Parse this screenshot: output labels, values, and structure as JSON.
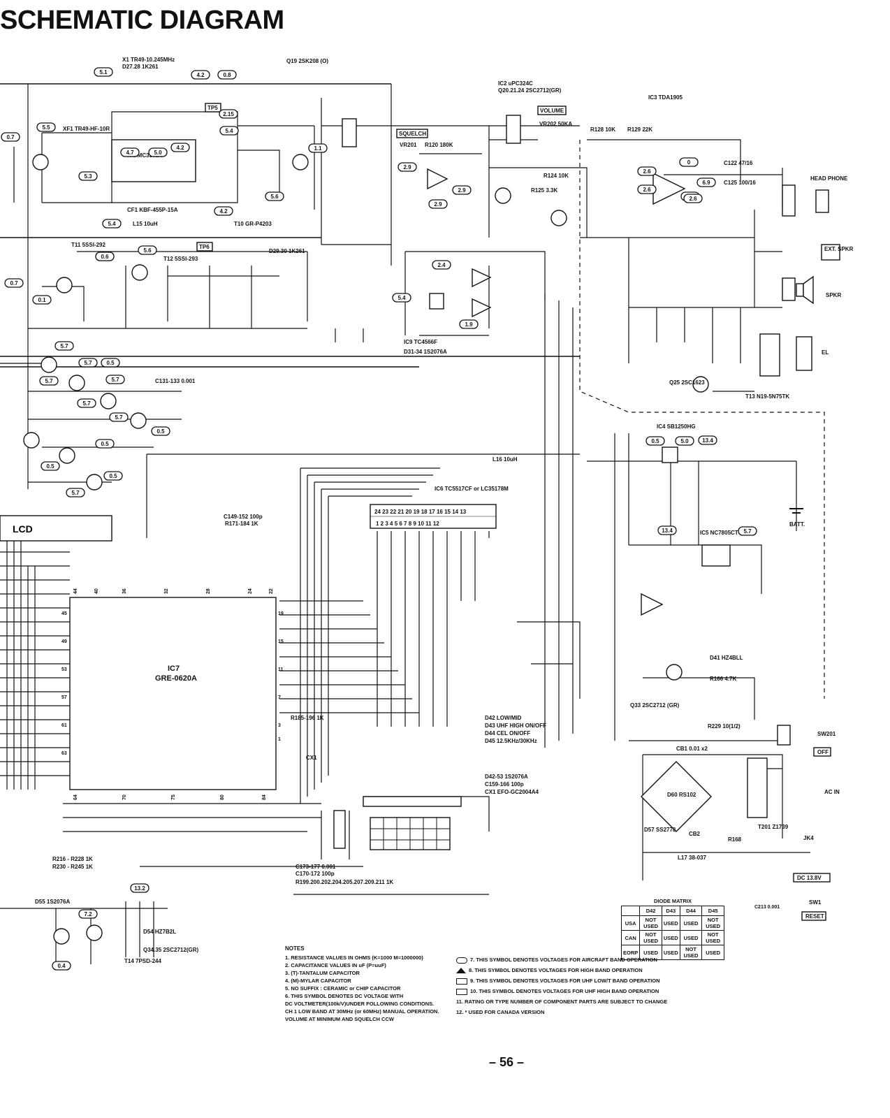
{
  "title": "SCHEMATIC DIAGRAM",
  "page_number": "– 56 –",
  "ics": {
    "ic1": "IC1 MC3361N",
    "ic2": "IC2 uPC324C",
    "ic3": "IC3 TDA1905",
    "ic4": "IC4 SB1250HG",
    "ic5": "IC5 NC7805CT",
    "ic6": "IC6 TC5517CF or LC35178M",
    "ic7_name": "IC7",
    "ic7_part": "GRE-0620A",
    "ic9": "IC9 TC4566F",
    "lcd": "LCD"
  },
  "boxed_labels": {
    "tp5": "TP5",
    "tp6": "TP6",
    "squelch": "SQUELCH",
    "volume": "VOLUME",
    "ext_spkr": "EXT. SPKR",
    "off": "OFF",
    "reset": "RESET",
    "dc": "DC 13.8V"
  },
  "components": [
    {
      "id": "x1",
      "text": "X1 TR49-10.245MHz"
    },
    {
      "id": "d27",
      "text": "D27.28 1K261"
    },
    {
      "id": "q19",
      "text": "Q19 2SK208 (O)"
    },
    {
      "id": "ic2b",
      "text": "Q20.21.24 2SC2712(GR)"
    },
    {
      "id": "xf1",
      "text": "XF1 TR49-HF-10R"
    },
    {
      "id": "cf1",
      "text": "CF1 KBF-455P-15A"
    },
    {
      "id": "l15",
      "text": "L15 10uH"
    },
    {
      "id": "t10",
      "text": "T10 GR-P4203"
    },
    {
      "id": "t11",
      "text": "T11 5SSI-292"
    },
    {
      "id": "t12",
      "text": "T12 5SSI-293"
    },
    {
      "id": "d29",
      "text": "D29.30 1K261"
    },
    {
      "id": "vr201",
      "text": "VR201"
    },
    {
      "id": "vr202",
      "text": "VR202 50KA"
    },
    {
      "id": "r120",
      "text": "R120 180K"
    },
    {
      "id": "r124",
      "text": "R124 10K"
    },
    {
      "id": "r125",
      "text": "R125 3.3K"
    },
    {
      "id": "r128",
      "text": "R128 10K"
    },
    {
      "id": "r129",
      "text": "R129 22K"
    },
    {
      "id": "c125",
      "text": "C125 100/16"
    },
    {
      "id": "c122",
      "text": "C122 47/16"
    },
    {
      "id": "head",
      "text": "HEAD PHONE"
    },
    {
      "id": "spkr",
      "text": "SPKR"
    },
    {
      "id": "el",
      "text": "EL"
    },
    {
      "id": "t13",
      "text": "T13 N19-5N75TK"
    },
    {
      "id": "q25",
      "text": "Q25 2SC1623"
    },
    {
      "id": "ic9d",
      "text": "D31-34 1S2076A"
    },
    {
      "id": "l16",
      "text": "L16 10uH"
    },
    {
      "id": "batt",
      "text": "BATT."
    },
    {
      "id": "c131",
      "text": "C131-133 0.001"
    },
    {
      "id": "c149",
      "text": "C149-152 100p"
    },
    {
      "id": "r171",
      "text": "R171-184 1K"
    },
    {
      "id": "r185",
      "text": "R185-196 1K"
    },
    {
      "id": "cx1",
      "text": "CX1"
    },
    {
      "id": "d42",
      "text": "D42 LOW/MID"
    },
    {
      "id": "d43",
      "text": "D43 UHF HIGH ON/OFF"
    },
    {
      "id": "d44",
      "text": "D44 CEL ON/OFF"
    },
    {
      "id": "d45",
      "text": "D45 12.5KHz/30KHz"
    },
    {
      "id": "d42_53",
      "text": "D42-53 1S2076A"
    },
    {
      "id": "c159",
      "text": "C159-166 100p"
    },
    {
      "id": "cx1p",
      "text": "CX1 EFO-GC2004A4"
    },
    {
      "id": "q33",
      "text": "Q33 2SC2712 (GR)"
    },
    {
      "id": "d41",
      "text": "D41 HZ4BLL"
    },
    {
      "id": "r166",
      "text": "R166 4.7K"
    },
    {
      "id": "r229",
      "text": "R229 10(1/2)"
    },
    {
      "id": "sw201",
      "text": "SW201"
    },
    {
      "id": "cb1",
      "text": "CB1 0.01 x2"
    },
    {
      "id": "d60",
      "text": "D60 RS102"
    },
    {
      "id": "t201",
      "text": "T201 Z1739"
    },
    {
      "id": "ac",
      "text": "AC IN"
    },
    {
      "id": "d57",
      "text": "D57 SS2778"
    },
    {
      "id": "cb2",
      "text": "CB2"
    },
    {
      "id": "l17",
      "text": "L17 38-037"
    },
    {
      "id": "r168",
      "text": "R168"
    },
    {
      "id": "jk4",
      "text": "JK4"
    },
    {
      "id": "sw1",
      "text": "SW1"
    },
    {
      "id": "c173",
      "text": "C173-177 0.001"
    },
    {
      "id": "c170",
      "text": "C170-172 100p"
    },
    {
      "id": "r199",
      "text": "R199.200.202.204.205.207.209.211 1K"
    },
    {
      "id": "r216",
      "text": "R216 - R228 1K"
    },
    {
      "id": "r230",
      "text": "R230 - R245 1K"
    },
    {
      "id": "q34",
      "text": "Q34.35 2SC2712(GR)"
    },
    {
      "id": "t14",
      "text": "T14 7PSD-244"
    },
    {
      "id": "d55",
      "text": "D55 1S2076A"
    },
    {
      "id": "d54",
      "text": "D54 HZ7B2L"
    },
    {
      "id": "c213",
      "text": "C213 0.001"
    }
  ],
  "voltages": [
    "5.1",
    "4.2",
    "0.8",
    "2.15",
    "5.4",
    "4.7",
    "5.0",
    "4.2",
    "1.1",
    "5.6",
    "4.2",
    "5.4",
    "5.5",
    "0.7",
    "5.3",
    "0.7",
    "5.6",
    "2.9",
    "2.9",
    "2.9",
    "2.4",
    "1.9",
    "5.4",
    "13.4",
    "2.6",
    "2.6",
    "2.6",
    "6.9",
    "2.6",
    "0",
    "5.7",
    "5.7",
    "0.5",
    "5.7",
    "5.7",
    "5.7",
    "0.5",
    "0.5",
    "0.5",
    "5.7",
    "0.5",
    "5.7",
    "0.5",
    "5.0",
    "13.4",
    "5.7",
    "13.2",
    "7.2",
    "0.4",
    "0.6",
    "0.7",
    "0.1"
  ],
  "diode_matrix": {
    "title": "DIODE MATRIX",
    "headers": [
      "",
      "D42",
      "D43",
      "D44",
      "D45"
    ],
    "rows": [
      [
        "USA",
        "NOT USED",
        "USED",
        "USED",
        "NOT USED"
      ],
      [
        "CAN",
        "NOT USED",
        "USED",
        "USED",
        "NOT USED"
      ],
      [
        "EORP",
        "USED",
        "USED",
        "NOT USED",
        "USED"
      ]
    ]
  },
  "notes": {
    "title": "NOTES",
    "items": [
      "1. RESISTANCE VALUES IN OHMS (K=1000 M=1000000)",
      "2. CAPACITANCE VALUES IN uF (P=uuF)",
      "3. (T)-TANTALUM CAPACITOR",
      "4. (M)-MYLAR CAPACITOR",
      "5. NO SUFFIX : CERAMIC or CHIP CAPACITOR",
      "6. THIS SYMBOL DENOTES DC VOLTAGE WITH",
      "DC VOLTMETER(100k/V)UNDER FOLLOWING CONDITIONS.",
      "CH 1 LOW BAND AT 30MHz (or 60MHz) MANUAL OPERATION.",
      "VOLUME AT MINIMUM AND SQUELCH CCW"
    ],
    "items2": [
      "7. THIS SYMBOL DENOTES VOLTAGES FOR AIRCRAFT BAND OPERATION",
      "8. THIS SYMBOL DENOTES VOLTAGES FOR HIGH BAND OPERATION",
      "9. THIS SYMBOL DENOTES VOLTAGES FOR UHF LOW/T BAND OPERATION",
      "10. THIS SYMBOL DENOTES VOLTAGES FOR UHF HIGH BAND OPERATION",
      "11. RATING OR TYPE NUMBER OF COMPONENT PARTS ARE SUBJECT TO CHANGE",
      "12. * USED FOR CANADA VERSION"
    ]
  }
}
